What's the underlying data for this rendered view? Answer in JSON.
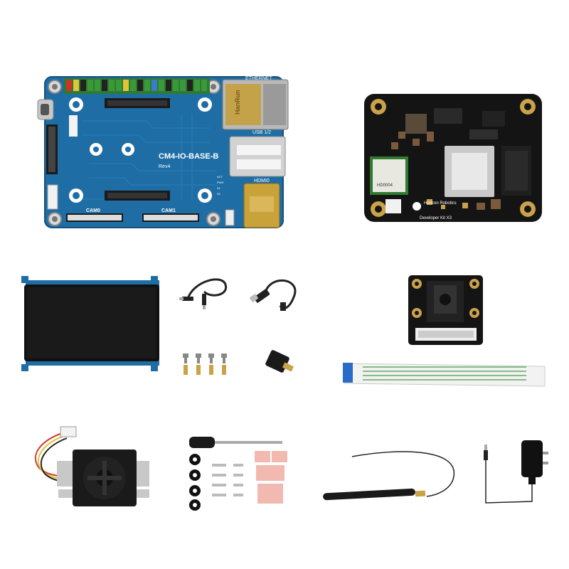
{
  "io_board": {
    "model_label": "CM4-IO-BASE-B",
    "rev_label": "Rev4",
    "ethernet_label": "ETHERNET",
    "usb_label": "USB 1/2",
    "hdmi_label": "HDMI0",
    "cam0_label": "CAM0",
    "cam1_label": "CAM1",
    "jack_brand": "HanRun",
    "led_labels": [
      "ACT",
      "PWR",
      "S1",
      "S2"
    ]
  },
  "core_module": {
    "brand_label": "Horizon Robotics",
    "kit_label": "Developer Kit X3",
    "wifi_code": "HD0004"
  },
  "colors": {
    "board_blue": "#1e6ea5",
    "module_black": "#141414",
    "pad_gold": "#c9a24a"
  }
}
